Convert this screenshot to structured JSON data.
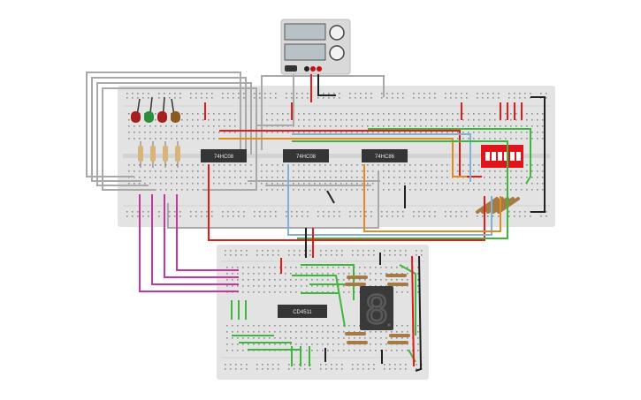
{
  "chips": {
    "chip1": "74HC08",
    "chip2": "74HC08",
    "chip3": "74HC86",
    "decoder": "CD4511"
  },
  "display": {
    "digit": "8",
    "color": "#3a3a3a",
    "segment_color": "#5a5a5a"
  },
  "colors": {
    "breadboard": "#e3e3e3",
    "wire_red": "#e21b1b",
    "wire_green": "#3db83d",
    "wire_magenta": "#c8359b",
    "wire_gray": "#a9a9a9",
    "wire_orange": "#e58a22",
    "wire_blue": "#7fb3d5",
    "wire_black": "#222222",
    "dip_switch": "#e0141b"
  },
  "leds": [
    "red",
    "green",
    "red",
    "amber"
  ],
  "power_supply": {
    "label": "power-supply"
  }
}
